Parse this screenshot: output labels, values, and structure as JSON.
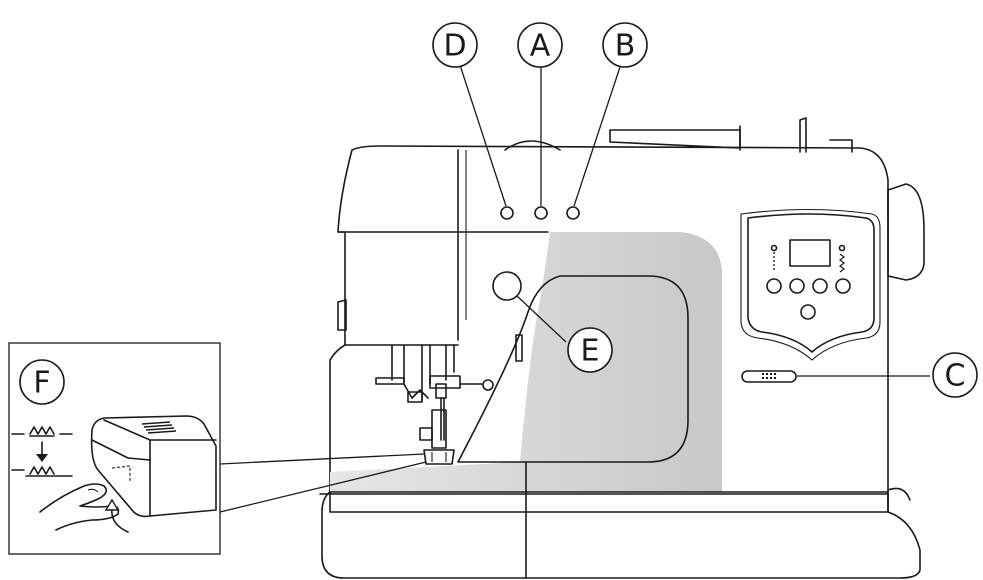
{
  "callouts": {
    "a": "A",
    "b": "B",
    "c": "C",
    "d": "D",
    "e": "E",
    "f": "F"
  },
  "colors": {
    "outline": "#1a1a1a",
    "body_fill": "#ffffff",
    "bed_fill": "#d9d9d9",
    "arm_shade": "#cfcfcf"
  },
  "icons": [
    "sewing-machine-illustration",
    "feed-dog-lever-inset",
    "arrow-down-icon",
    "curved-arrow-icon",
    "finger-illustration"
  ]
}
